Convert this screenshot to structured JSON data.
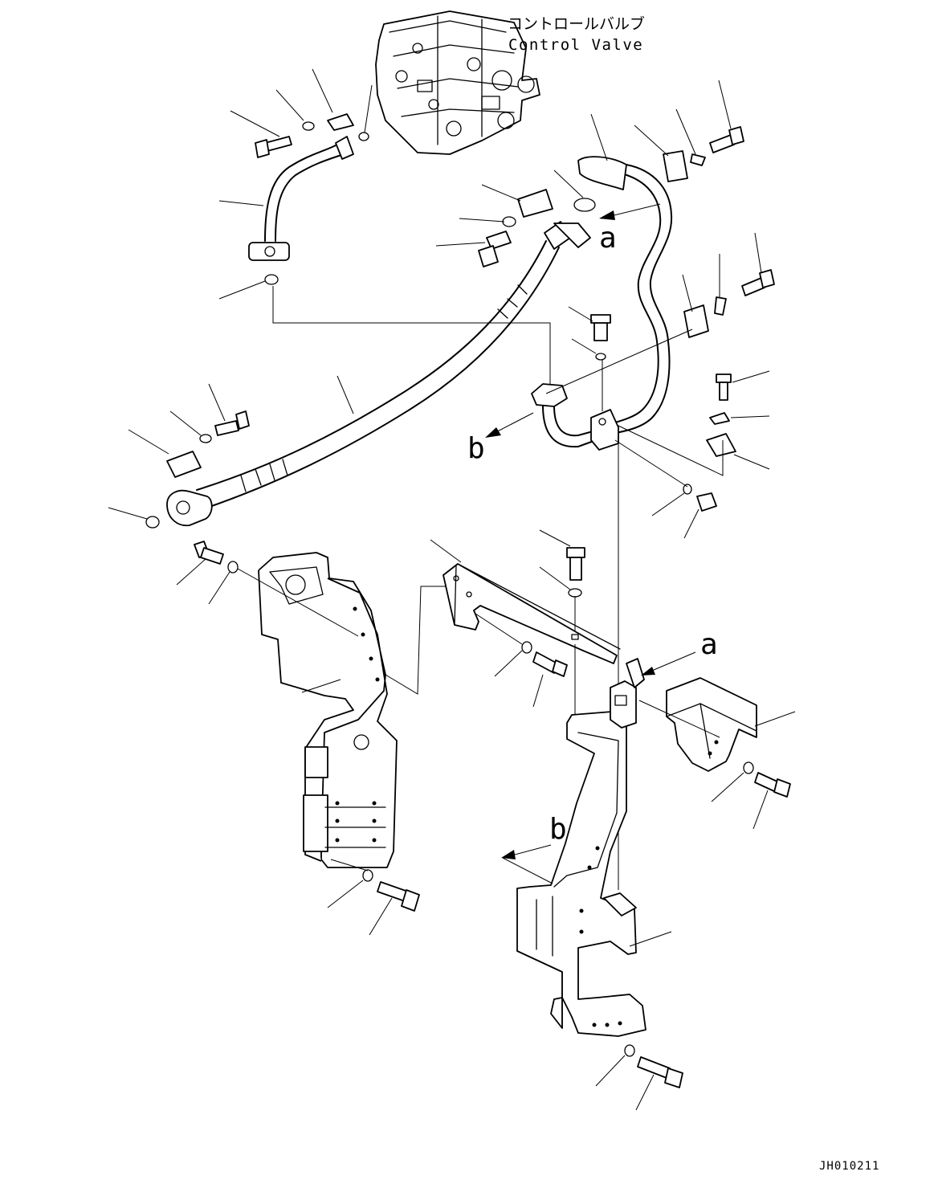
{
  "labels": {
    "control_valve_jp": "コントロールバルブ",
    "control_valve_en": "Control Valve",
    "ref_a": "a",
    "ref_b": "b",
    "drawing_code": "JH010211"
  },
  "colors": {
    "line": "#000000",
    "background": "#ffffff"
  }
}
